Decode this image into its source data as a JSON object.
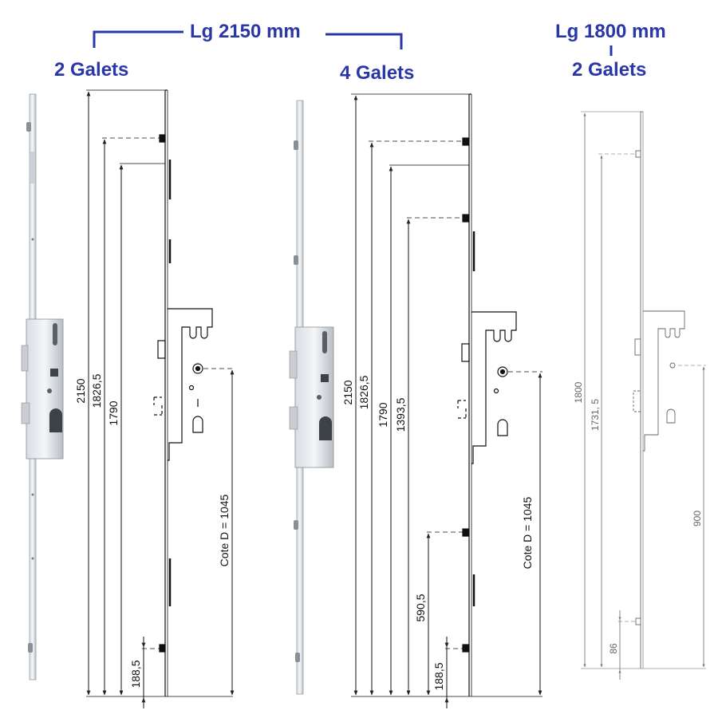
{
  "header": {
    "length_left": "Lg 2150 mm",
    "length_right": "Lg 1800 mm",
    "accent_color": "#2a37a8"
  },
  "panels": {
    "left": {
      "label": "2 Galets",
      "dims": {
        "total": "2150",
        "upper_roller": "1826,5",
        "upper_hook": "1790",
        "cote": "Cote D = 1045",
        "lower_roller": "188,5"
      }
    },
    "middle": {
      "label": "4 Galets",
      "dims": {
        "total": "2150",
        "upper_roller": "1826,5",
        "upper_hook": "1790",
        "mid_roller": "1393,5",
        "lower_mid_roller": "590,5",
        "cote": "Cote D = 1045",
        "lower_roller": "188,5"
      }
    },
    "right": {
      "label": "2 Galets",
      "dims": {
        "total": "1800",
        "upper_roller": "1731, 5",
        "cote": "900",
        "lower_roller": "86"
      }
    }
  }
}
